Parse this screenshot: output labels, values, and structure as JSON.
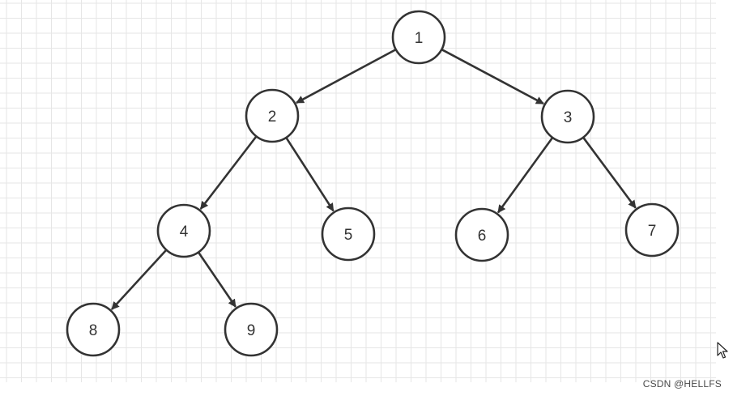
{
  "diagram": {
    "type": "binary-tree",
    "nodes": [
      {
        "id": "1",
        "label": "1"
      },
      {
        "id": "2",
        "label": "2"
      },
      {
        "id": "3",
        "label": "3"
      },
      {
        "id": "4",
        "label": "4"
      },
      {
        "id": "5",
        "label": "5"
      },
      {
        "id": "6",
        "label": "6"
      },
      {
        "id": "7",
        "label": "7"
      },
      {
        "id": "8",
        "label": "8"
      },
      {
        "id": "9",
        "label": "9"
      }
    ],
    "edges": [
      {
        "from": "1",
        "to": "2"
      },
      {
        "from": "1",
        "to": "3"
      },
      {
        "from": "2",
        "to": "4"
      },
      {
        "from": "2",
        "to": "5"
      },
      {
        "from": "3",
        "to": "6"
      },
      {
        "from": "3",
        "to": "7"
      },
      {
        "from": "4",
        "to": "8"
      },
      {
        "from": "4",
        "to": "9"
      }
    ],
    "colors": {
      "grid": "#e6e6e6",
      "node_stroke": "#333333",
      "edge": "#333333"
    }
  },
  "watermark": "CSDN @HELLFS",
  "cursor_icon": "mouse-pointer-icon"
}
